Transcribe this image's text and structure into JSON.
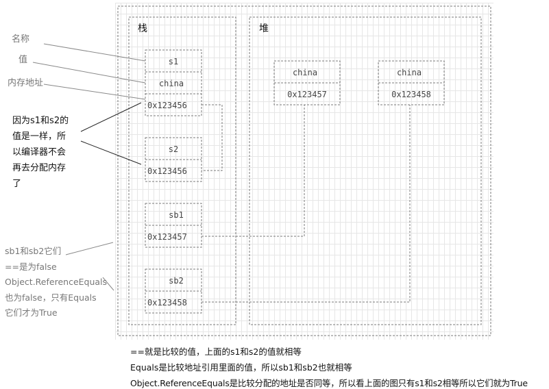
{
  "annotations": {
    "name": "名称",
    "value": "值",
    "address": "内存地址",
    "note_s1_s2": [
      "因为s1和s2的",
      "值是一样，所",
      "以编译器不会",
      "再去分配内存",
      "了"
    ],
    "note_sb": [
      "sb1和sb2它们",
      "==是为false",
      "Object.ReferenceEquals",
      "也为false，只有Equals",
      "它们才为True"
    ]
  },
  "zones": {
    "stack": "栈",
    "heap": "堆"
  },
  "stack_cells": [
    {
      "name": "s1",
      "value": "china",
      "addr": "0x123456"
    },
    {
      "name": "s2",
      "addr": "0x123456"
    },
    {
      "name": "sb1",
      "addr": "0x123457"
    },
    {
      "name": "sb2",
      "addr": "0x123458"
    }
  ],
  "heap_cells": [
    {
      "value": "china",
      "addr": "0x123457"
    },
    {
      "value": "china",
      "addr": "0x123458"
    }
  ],
  "footer": [
    "==就是比较的值，上面的s1和s2的值就相等",
    "Equals是比较地址引用里面的值，所以sb1和sb2也就相等",
    "Object.ReferenceEquals是比较分配的地址是否同等，所以看上面的图只有s1和s2相等所以它们就为True"
  ]
}
